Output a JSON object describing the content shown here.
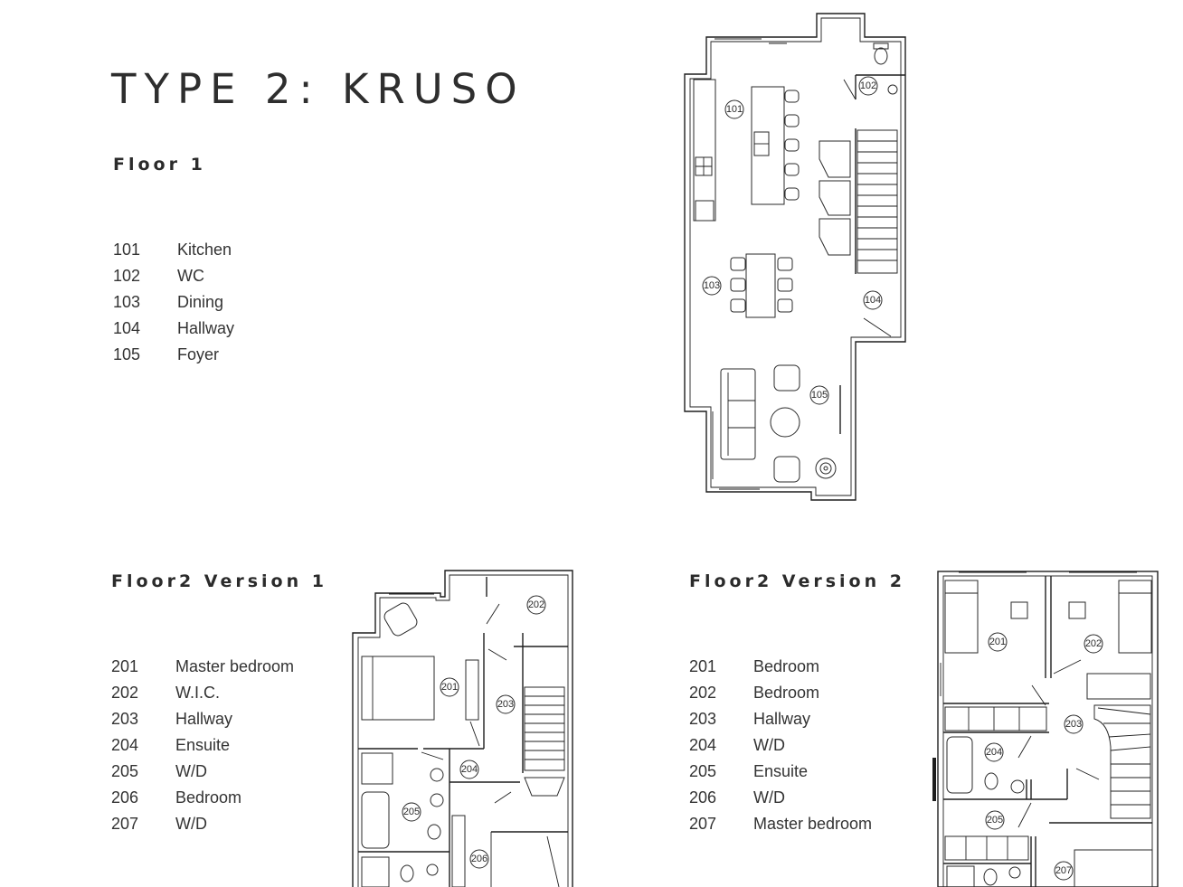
{
  "title": "TYPE 2: KRUSO",
  "floor1": {
    "heading": "Floor 1",
    "rooms": [
      {
        "num": "101",
        "name": "Kitchen"
      },
      {
        "num": "102",
        "name": "WC"
      },
      {
        "num": "103",
        "name": "Dining"
      },
      {
        "num": "104",
        "name": "Hallway"
      },
      {
        "num": "105",
        "name": "Foyer"
      }
    ]
  },
  "floor2_v1": {
    "heading": "Floor2 Version 1",
    "rooms": [
      {
        "num": "201",
        "name": "Master bedroom"
      },
      {
        "num": "202",
        "name": "W.I.C."
      },
      {
        "num": "203",
        "name": "Hallway"
      },
      {
        "num": "204",
        "name": "Ensuite"
      },
      {
        "num": "205",
        "name": "W/D"
      },
      {
        "num": "206",
        "name": "Bedroom"
      },
      {
        "num": "207",
        "name": "W/D"
      }
    ]
  },
  "floor2_v2": {
    "heading": "Floor2  Version 2",
    "rooms": [
      {
        "num": "201",
        "name": "Bedroom"
      },
      {
        "num": "202",
        "name": "Bedroom"
      },
      {
        "num": "203",
        "name": "Hallway"
      },
      {
        "num": "204",
        "name": "W/D"
      },
      {
        "num": "205",
        "name": "Ensuite"
      },
      {
        "num": "206",
        "name": "W/D"
      },
      {
        "num": "207",
        "name": "Master bedroom"
      }
    ]
  },
  "plan_tags": {
    "floor1": [
      "101",
      "102",
      "103",
      "104",
      "105"
    ],
    "floor2_v1": [
      "201",
      "202",
      "203",
      "204",
      "205",
      "206"
    ],
    "floor2_v2": [
      "201",
      "202",
      "203",
      "204",
      "205",
      "207"
    ]
  }
}
